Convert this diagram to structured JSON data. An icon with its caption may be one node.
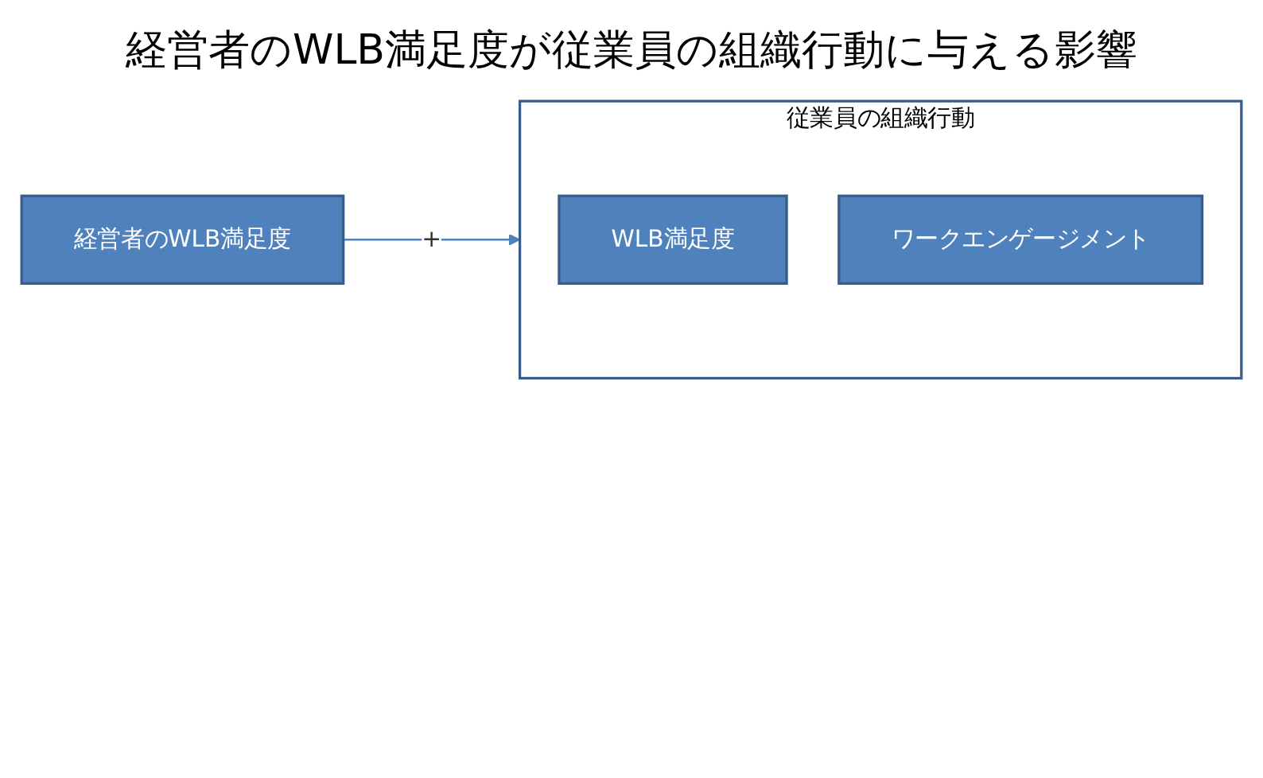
{
  "diagram": {
    "title": "経営者のWLB満足度が従業員の組織行動に与える影響",
    "nodes": [
      {
        "text": [
          "経営者のWLB満足度"
        ]
      },
      {
        "text": [
          "従業員の組織行動"
        ]
      },
      {
        "text": [
          "WLB満足度"
        ],
        "in": 1
      },
      {
        "text": [
          "ワークエンゲージメント"
        ],
        "in": 1
      }
    ],
    "edges": [
      {
        "from": 0,
        "to": 1,
        "arrow": "to",
        "label": "+"
      }
    ]
  }
}
